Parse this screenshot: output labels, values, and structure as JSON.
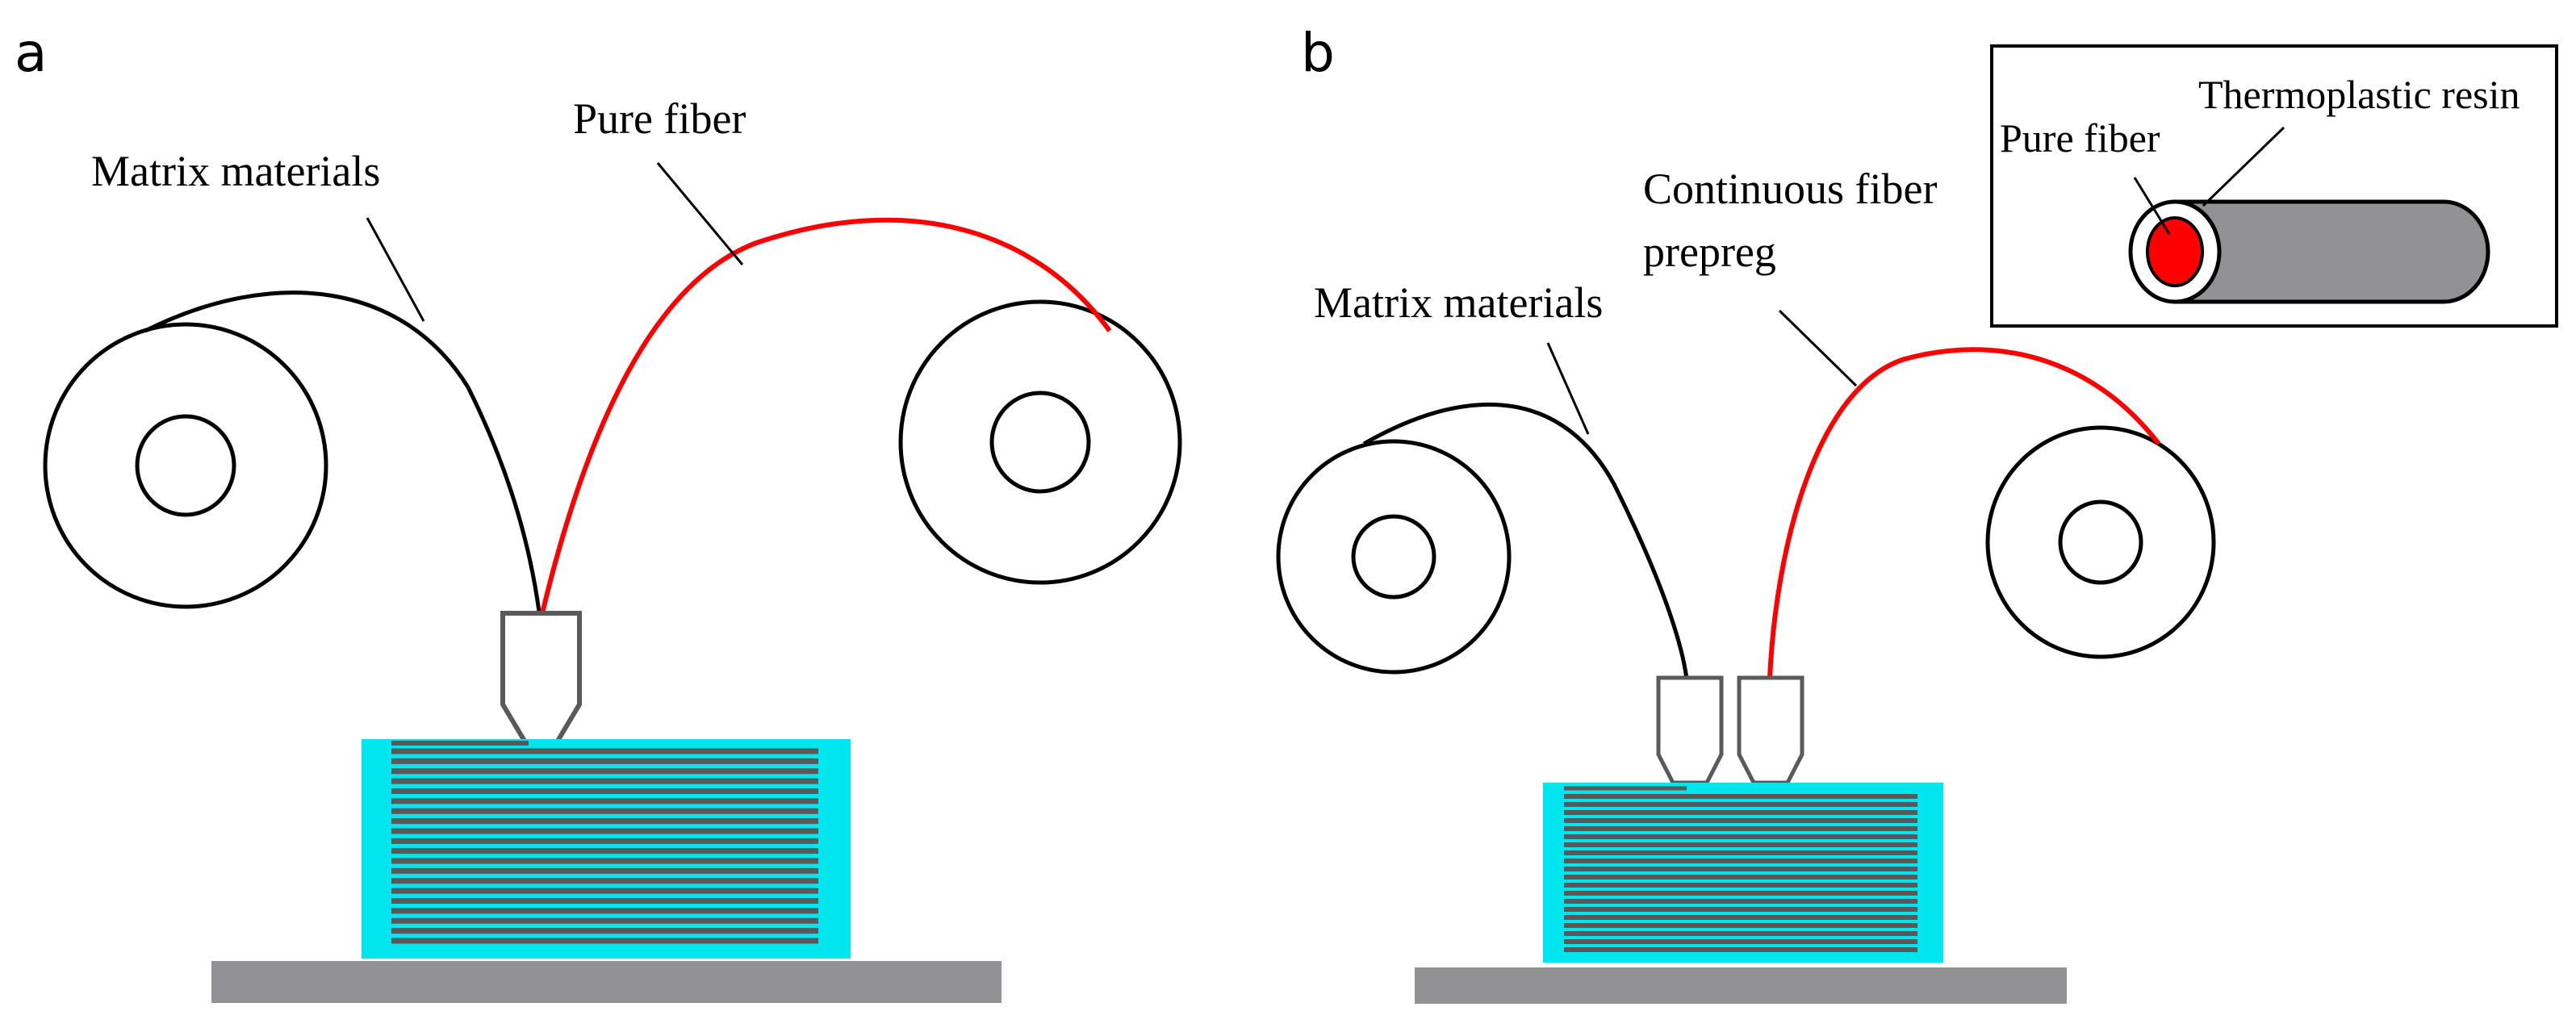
{
  "panel_a": {
    "letter": "a",
    "labels": {
      "matrix_materials": "Matrix materials",
      "pure_fiber": "Pure fiber"
    }
  },
  "panel_b": {
    "letter": "b",
    "labels": {
      "matrix_materials": "Matrix materials",
      "continuous_fiber_line1": "Continuous fiber",
      "continuous_fiber_line2": "prepreg"
    },
    "inset": {
      "pure_fiber": "Pure fiber",
      "thermoplastic_resin": "Thermoplastic resin"
    }
  },
  "colors": {
    "fiber": "#ff0000",
    "matrix": "#000000",
    "printed_part": "#00e5ee",
    "layer_lines": "#595959",
    "build_plate": "#929294",
    "nozzle": "#5a5a5a",
    "resin_tube": "#929294"
  },
  "icons": [
    "spool-icon",
    "nozzle-icon",
    "build-plate-icon",
    "fiber-cross-section-icon"
  ]
}
